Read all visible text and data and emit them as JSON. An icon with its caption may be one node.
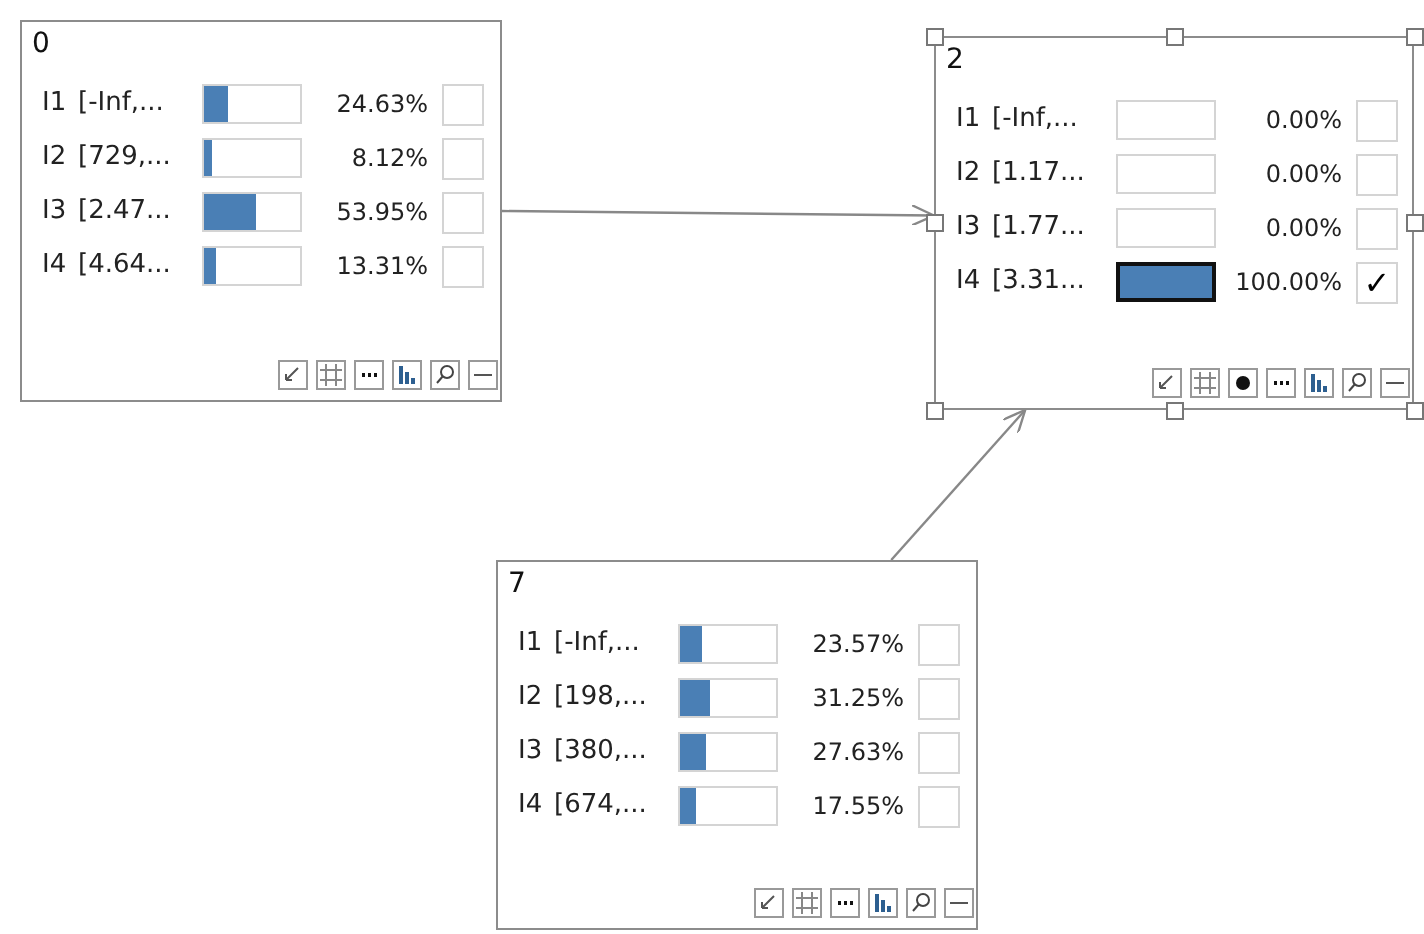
{
  "diagram": {
    "nodes": [
      {
        "text": [
          "0",
          "I1",
          "[-Inf,...",
          "24.63%",
          "I2",
          "[729,...",
          "8.12%",
          "I3",
          "[2.47...",
          "53.95%",
          "I4",
          "[4.64...",
          "13.31%"
        ]
      },
      {
        "text": [
          "2",
          "I1",
          "[-Inf,...",
          "0.00%",
          "I2",
          "[1.17...",
          "0.00%",
          "I3",
          "[1.77...",
          "0.00%",
          "I4",
          "[3.31...",
          "100.00%",
          "✓"
        ]
      },
      {
        "text": [
          "7",
          "I1",
          "[-Inf,...",
          "23.57%",
          "I2",
          "[198,...",
          "31.25%",
          "I3",
          "[380,...",
          "27.63%",
          "I4",
          "[674,...",
          "17.55%"
        ]
      }
    ],
    "edges": [
      {
        "from": 0,
        "to": 1,
        "arrow": "to"
      },
      {
        "from": 2,
        "to": 1,
        "arrow": "to"
      }
    ]
  }
}
